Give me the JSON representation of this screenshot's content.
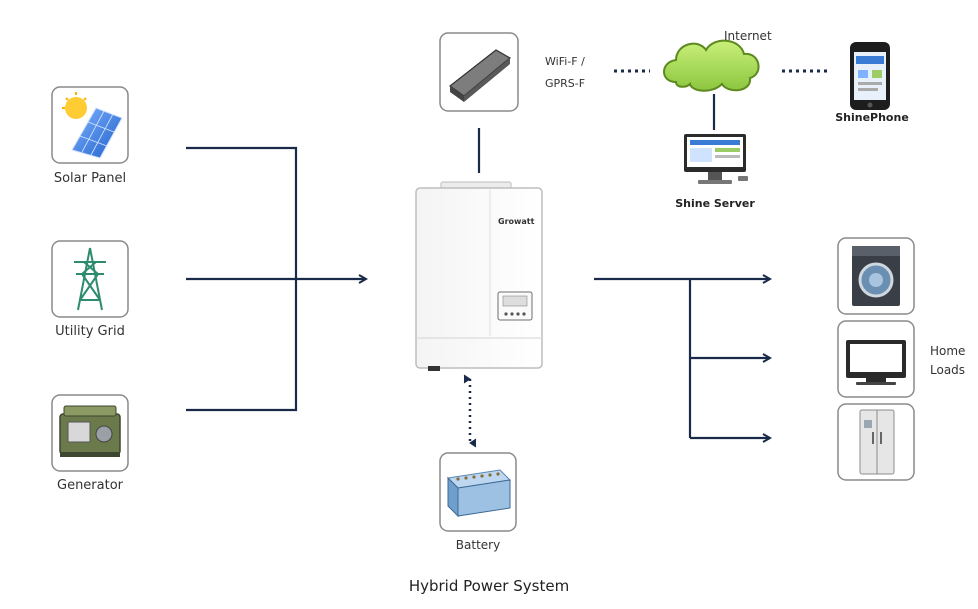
{
  "sources": {
    "solar": "Solar Panel",
    "grid": "Utility Grid",
    "generator": "Generator"
  },
  "comms": {
    "module": "WiFi-F /",
    "module_line2": "GPRS-F",
    "internet": "Internet",
    "phone": "ShinePhone",
    "server": "Shine Server"
  },
  "inverter": {
    "brand": "Growatt"
  },
  "storage": {
    "battery": "Battery"
  },
  "loads": {
    "label_line1": "Home",
    "label_line2": "Loads"
  },
  "caption": "Hybrid Power System",
  "colors": {
    "line": "#1a2a4a",
    "box_border": "#8a8a8a"
  }
}
